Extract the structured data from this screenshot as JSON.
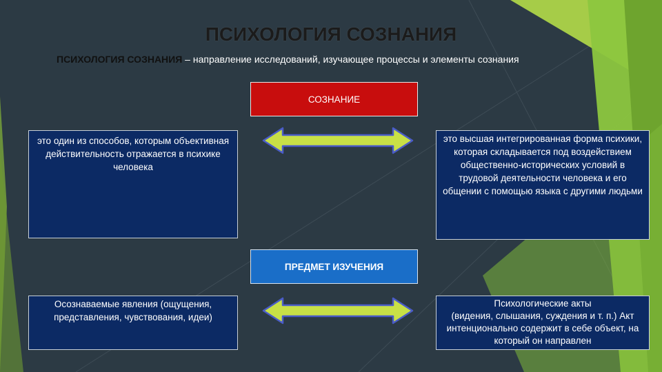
{
  "title": "ПСИХОЛОГИЯ СОЗНАНИЯ",
  "definition": {
    "term": "ПСИХОЛОГИЯ СОЗНАНИЯ",
    "text": " – направление исследований, изучающее процессы  и элементы сознания"
  },
  "consciousness": {
    "label": "СОЗНАНИЕ",
    "left_text": "это один из способов, которым объективная действительность отражается в психике человека",
    "right_text": "это высшая интегрированная форма психики, которая складывается под воздействием общественно-исторических условий в трудовой деятельности человека и его общении с помощью языка с другими людьми"
  },
  "subject": {
    "label": "ПРЕДМЕТ ИЗУЧЕНИЯ",
    "left_text": "Осознаваемые явления (ощущения, представления, чувствования, идеи)",
    "right_title": "Психологические акты",
    "right_text": "(видения, слышания, суждения и т. п.) Акт интенционально содержит в себе объект, на который он направлен"
  },
  "colors": {
    "background": "#2c3a44",
    "accent_green": "#8cc63f",
    "box_navy": "#0c2a64",
    "box_red": "#c80d0d",
    "box_blue": "#1a6ec8",
    "arrow_fill": "#c8e046",
    "arrow_stroke": "#4a5cc8"
  }
}
